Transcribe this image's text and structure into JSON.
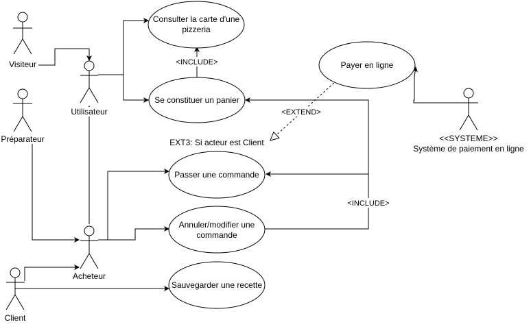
{
  "actors": {
    "visiteur": "Visiteur",
    "utilisateur": "Utilisateur",
    "preparateur": "Préparateur",
    "acheteur": "Acheteur",
    "client": "Client",
    "systeme_stereotype": "<<SYSTEME>>",
    "systeme_name": "Système de paiement en ligne"
  },
  "use_cases": {
    "consulter_line1": "Consulter la carte d'une",
    "consulter_line2": "pizzeria",
    "panier": "Se constituer un panier",
    "payer": "Payer en ligne",
    "commande": "Passer une commande",
    "annuler_line1": "Annuler/modifier une",
    "annuler_line2": "commande",
    "recette": "Sauvegarder une recette"
  },
  "relations": {
    "include_top": "<INCLUDE>",
    "extend": "<EXTEND>",
    "include_right": "<INCLUDE>",
    "ext_condition": "EXT3: Si acteur est Client"
  },
  "colors": {
    "stroke": "#000000",
    "background": "#ffffff"
  }
}
